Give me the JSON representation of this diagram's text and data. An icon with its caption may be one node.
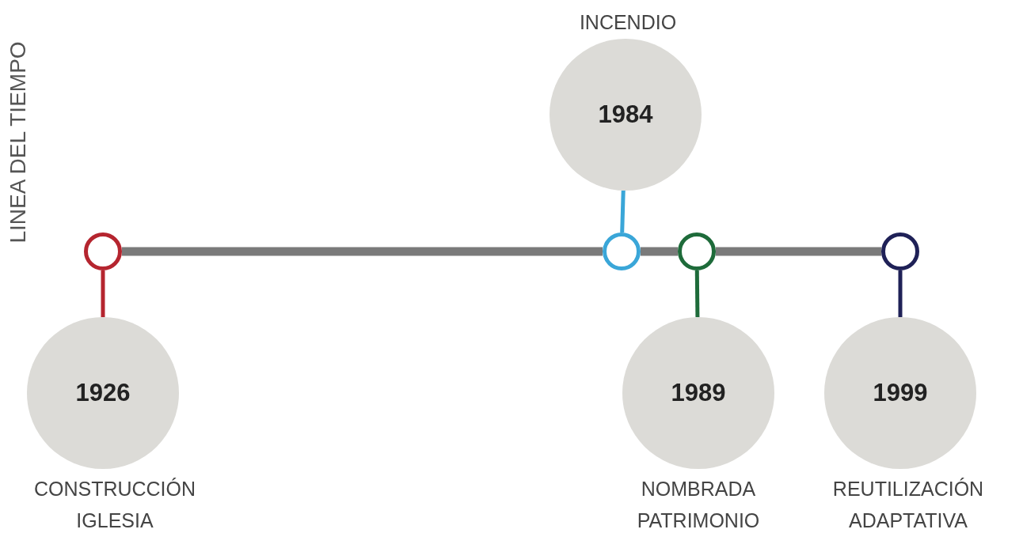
{
  "diagram": {
    "title": "LINEA DEL TIEMPO",
    "nodes": [
      {
        "text": [
          "1984"
        ],
        "beside": [
          "INCENDIO"
        ]
      },
      {
        "text": [],
        "shape": "circle"
      },
      {
        "text": [],
        "shape": "circle"
      },
      {
        "text": [],
        "shape": "circle"
      },
      {
        "text": [],
        "shape": "circle"
      },
      {
        "text": [
          "1926"
        ],
        "beside": [
          "CONSTRUCCIÓN IGLESIA"
        ]
      },
      {
        "text": [
          "1989"
        ],
        "beside": [
          "NOMBRADA PATRIMONIO"
        ]
      },
      {
        "text": [
          "1999"
        ],
        "beside": [
          "REUTILIZACIÓN ADAPTATIVA"
        ]
      }
    ],
    "edges": [
      {
        "from": 1,
        "to": 2,
        "arrow": "none",
        "style": "thick",
        "color": "#7a7a7a"
      },
      {
        "from": 2,
        "to": 3,
        "arrow": "none",
        "style": "thick",
        "color": "#7a7a7a"
      },
      {
        "from": 3,
        "to": 4,
        "arrow": "none",
        "style": "thick",
        "color": "#7a7a7a"
      },
      {
        "from": 2,
        "to": 0,
        "arrow": "none",
        "color": "#3aa6d8"
      },
      {
        "from": 1,
        "to": 5,
        "arrow": "none",
        "color": "#b5252f"
      },
      {
        "from": 3,
        "to": 6,
        "arrow": "none",
        "color": "#1e6b3a"
      },
      {
        "from": 4,
        "to": 7,
        "arrow": "none",
        "color": "#1f2157"
      }
    ]
  }
}
